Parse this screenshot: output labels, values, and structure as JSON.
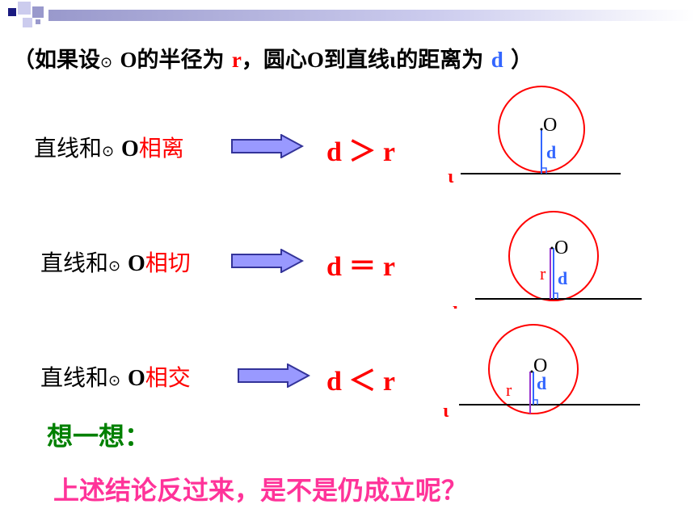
{
  "header": {
    "intro_prefix": "（如果设",
    "circle_symbol": "⊙",
    "center": "O",
    "intro_mid1": "的半径为 ",
    "radius": "r",
    "intro_mid2": "，圆心",
    "center2": "O",
    "intro_mid3": "到直线",
    "line_name": "ι",
    "intro_mid4": "的距离为 ",
    "distance": "d",
    "intro_suffix": " ）"
  },
  "rows": [
    {
      "prefix": "直线和",
      "circle_symbol": "⊙",
      "center": "O",
      "relation": "相离",
      "formula": "d ＞ r",
      "diagram": {
        "center_label": "O",
        "d_label": "d",
        "line_label": "ι"
      }
    },
    {
      "prefix": "直线和",
      "circle_symbol": "⊙",
      "center": "O",
      "relation": "相切",
      "formula": "d ＝ r",
      "diagram": {
        "center_label": "O",
        "d_label": "d",
        "r_label": "r",
        "line_label": "ι"
      }
    },
    {
      "prefix": "直线和",
      "circle_symbol": "⊙",
      "center": "O",
      "relation": "相交",
      "formula": "d ＜ r",
      "diagram": {
        "center_label": "O",
        "d_label": "d",
        "r_label": "r",
        "line_label": "ι"
      }
    }
  ],
  "think": "想一想：",
  "question": "上述结论反过来，是不是仍成立呢？",
  "colors": {
    "red": "#ff0000",
    "blue": "#3366ff",
    "purple": "#9933cc",
    "green": "#008000",
    "pink": "#ff3399",
    "arrow_fill": "#9999ff",
    "arrow_stroke": "#333399",
    "corner_dark": "#1a1a80",
    "corner_light": "#9999cc"
  }
}
